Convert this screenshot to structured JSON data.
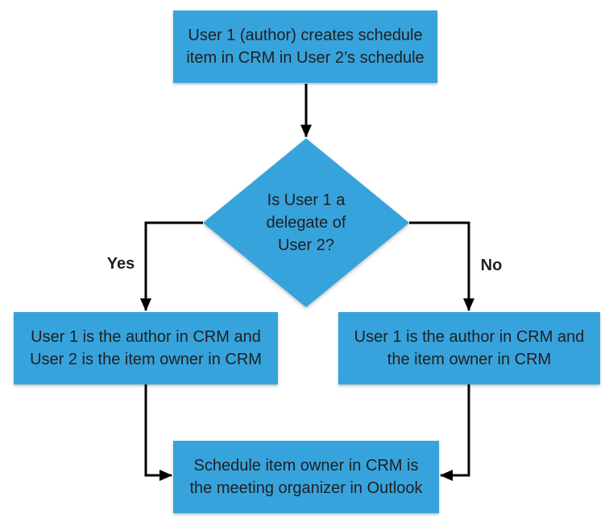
{
  "theme": {
    "node_fill": "#37a3dc",
    "text_color": "#212121",
    "arrow_color": "#000000",
    "background": "#ffffff"
  },
  "flowchart": {
    "start": {
      "line1": "User 1 (author) creates schedule",
      "line2": "item in CRM in User 2’s schedule"
    },
    "decision": {
      "line1": "Is User 1 a",
      "line2": "delegate of",
      "line3": "User 2?"
    },
    "yes_label": "Yes",
    "no_label": "No",
    "yes_outcome": {
      "line1": "User 1 is the author in CRM and",
      "line2": "User 2 is the item owner in CRM"
    },
    "no_outcome": {
      "line1": "User 1 is the author in CRM and",
      "line2": "the item owner in CRM"
    },
    "end": {
      "line1": "Schedule item owner in CRM is",
      "line2": "the meeting organizer in Outlook"
    }
  }
}
